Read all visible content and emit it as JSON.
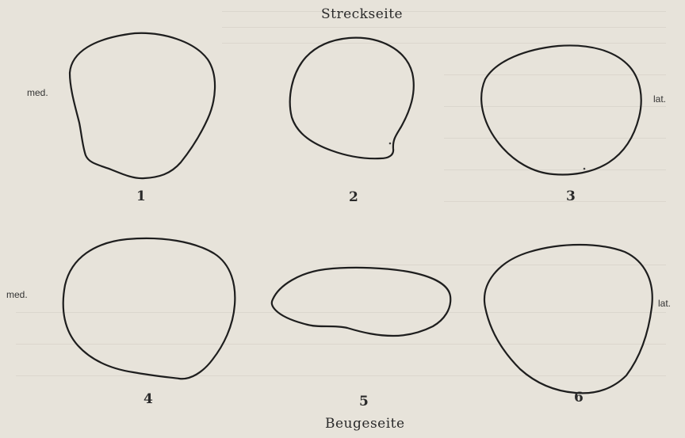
{
  "figure": {
    "top_label": "Streckseite",
    "bottom_label": "Beugeseite",
    "left_label_row1": "med.",
    "right_label_row1": "lat.",
    "left_label_row2": "med.",
    "right_label_row2": "lat.",
    "numbers": [
      "1",
      "2",
      "3",
      "4",
      "5",
      "6"
    ]
  }
}
